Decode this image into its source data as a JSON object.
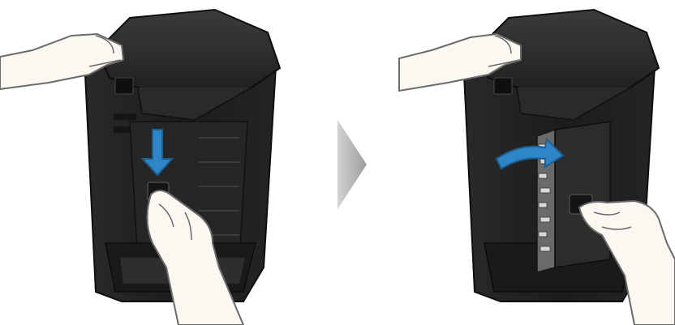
{
  "illustration": {
    "steps": [
      {
        "action": "push-down-latch",
        "indicator": "blue-arrow-down"
      },
      {
        "action": "open-rear-cover",
        "indicator": "blue-arrow-curved-right"
      }
    ],
    "separator": "gray-chevron-right"
  },
  "colors": {
    "printer_body": "#1f1f1f",
    "printer_edge": "#3b3b3b",
    "indicator_arrow": "#2f86c6",
    "hand_fill": "#fbf7f1",
    "hand_outline": "#6b6b6b",
    "separator": "#b8b8b8",
    "background": "#ffffff"
  }
}
